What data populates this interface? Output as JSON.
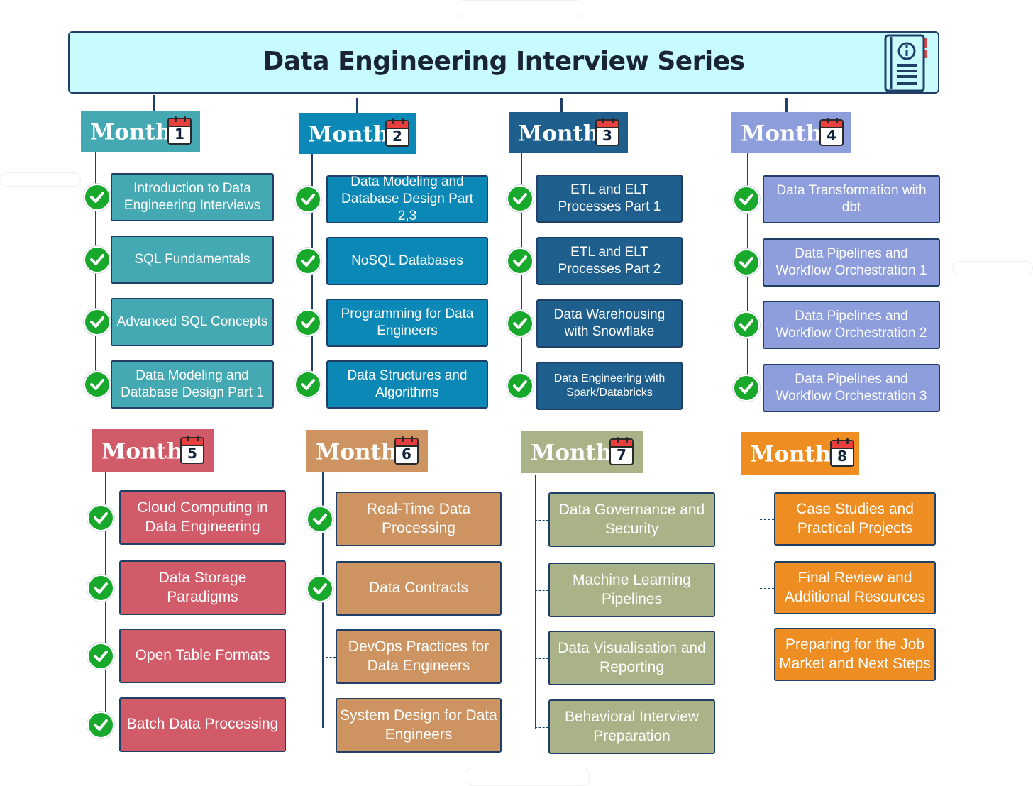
{
  "title": "Data Engineering Interview Series",
  "header_icon": "book-info-icon",
  "colors": {
    "banner_bg": "#c7fbfd",
    "check": "#18a82c",
    "connector": "#1f3f66"
  },
  "months": [
    {
      "label": "Month",
      "number": "1",
      "color": "#45a9b4",
      "topics": [
        {
          "text": "Introduction to Data Engineering Interviews",
          "done": true
        },
        {
          "text": "SQL Fundamentals",
          "done": true
        },
        {
          "text": "Advanced SQL Concepts",
          "done": true
        },
        {
          "text": "Data Modeling and Database Design Part 1",
          "done": true
        }
      ]
    },
    {
      "label": "Month",
      "number": "2",
      "color": "#0b88b5",
      "topics": [
        {
          "text": "Data Modeling and Database Design Part 2,3",
          "done": true
        },
        {
          "text": "NoSQL Databases",
          "done": true
        },
        {
          "text": "Programming for Data Engineers",
          "done": true
        },
        {
          "text": "Data Structures and Algorithms",
          "done": true
        }
      ]
    },
    {
      "label": "Month",
      "number": "3",
      "color": "#1e5f8e",
      "topics": [
        {
          "text": "ETL and ELT Processes Part 1",
          "done": true
        },
        {
          "text": "ETL and ELT Processes Part 2",
          "done": true
        },
        {
          "text": "Data Warehousing with Snowflake",
          "done": true
        },
        {
          "text": "Data Engineering with Spark/Databricks",
          "done": true
        }
      ]
    },
    {
      "label": "Month",
      "number": "4",
      "color": "#8e9ddb",
      "topics": [
        {
          "text": "Data Transformation with dbt",
          "done": true
        },
        {
          "text": "Data Pipelines and Workflow Orchestration 1",
          "done": true
        },
        {
          "text": "Data Pipelines and Workflow Orchestration 2",
          "done": true
        },
        {
          "text": "Data Pipelines and Workflow Orchestration 3",
          "done": true
        }
      ]
    },
    {
      "label": "Month",
      "number": "5",
      "color": "#d25b6a",
      "topics": [
        {
          "text": "Cloud Computing in Data Engineering",
          "done": true
        },
        {
          "text": "Data Storage Paradigms",
          "done": true
        },
        {
          "text": "Open Table Formats",
          "done": true
        },
        {
          "text": "Batch Data Processing",
          "done": true
        }
      ]
    },
    {
      "label": "Month",
      "number": "6",
      "color": "#cd9462",
      "topics": [
        {
          "text": "Real-Time Data Processing",
          "done": true
        },
        {
          "text": "Data Contracts",
          "done": true
        },
        {
          "text": "DevOps Practices for Data Engineers",
          "done": false
        },
        {
          "text": "System Design for Data Engineers",
          "done": false
        }
      ]
    },
    {
      "label": "Month",
      "number": "7",
      "color": "#a9b387",
      "topics": [
        {
          "text": "Data Governance and Security",
          "done": false
        },
        {
          "text": "Machine Learning Pipelines",
          "done": false
        },
        {
          "text": "Data Visualisation and Reporting",
          "done": false
        },
        {
          "text": "Behavioral Interview Preparation",
          "done": false
        }
      ]
    },
    {
      "label": "Month",
      "number": "8",
      "color": "#ed8d22",
      "topics": [
        {
          "text": "Case Studies and Practical Projects",
          "done": false
        },
        {
          "text": "Final Review and Additional Resources",
          "done": false
        },
        {
          "text": "Preparing for the Job Market and Next Steps",
          "done": false
        }
      ]
    }
  ]
}
